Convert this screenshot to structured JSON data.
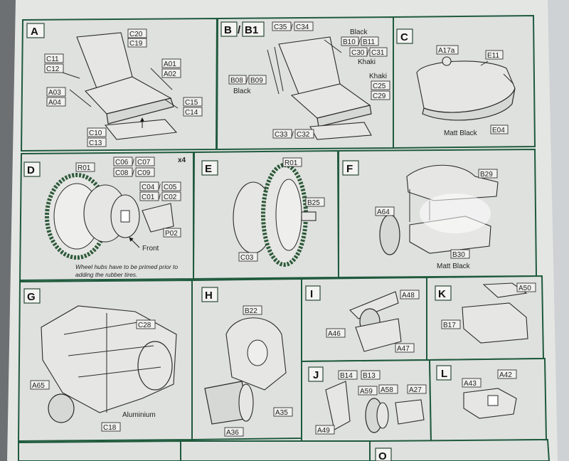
{
  "panels": {
    "A": {
      "step": "A",
      "parts": [
        "C20",
        "C19",
        "C11",
        "C12",
        "A01",
        "A02",
        "A03",
        "A04",
        "C15",
        "C14",
        "C10",
        "C13"
      ]
    },
    "B": {
      "step": "B",
      "step2": "B1",
      "parts": [
        "C35",
        "C34",
        "B10",
        "B11",
        "C30",
        "C31",
        "B08",
        "B09",
        "C25",
        "C29",
        "C33",
        "C32"
      ],
      "black": "Black",
      "black2": "Black",
      "khaki": "Khaki",
      "khaki2": "Khaki"
    },
    "C": {
      "step": "C",
      "parts": [
        "A17a",
        "E11",
        "E04"
      ],
      "color": "Matt Black"
    },
    "D": {
      "step": "D",
      "qty": "x4",
      "parts": [
        "R01",
        "C06",
        "C07",
        "C08",
        "C09",
        "C04",
        "C05",
        "C01",
        "C02",
        "P02"
      ],
      "front": "Front",
      "note1": "Wheel hubs have to be primed prior to",
      "note2": "adding the rubber tires."
    },
    "E": {
      "step": "E",
      "parts": [
        "R01",
        "B25",
        "C03"
      ]
    },
    "F": {
      "step": "F",
      "parts": [
        "B29",
        "A64",
        "B30"
      ],
      "color": "Matt Black"
    },
    "G": {
      "step": "G",
      "parts": [
        "C28",
        "A65",
        "C18"
      ],
      "color": "Aluminium"
    },
    "H": {
      "step": "H",
      "parts": [
        "B22",
        "A35",
        "A36"
      ]
    },
    "I": {
      "step": "I",
      "parts": [
        "A48",
        "A46",
        "A47"
      ]
    },
    "J": {
      "step": "J",
      "parts": [
        "B14",
        "B13",
        "A59",
        "A58",
        "A27",
        "A49"
      ]
    },
    "K": {
      "step": "K",
      "parts": [
        "A50",
        "B17"
      ]
    },
    "L": {
      "step": "L",
      "parts": [
        "A43",
        "A42"
      ]
    },
    "O": {
      "step": "O"
    }
  }
}
